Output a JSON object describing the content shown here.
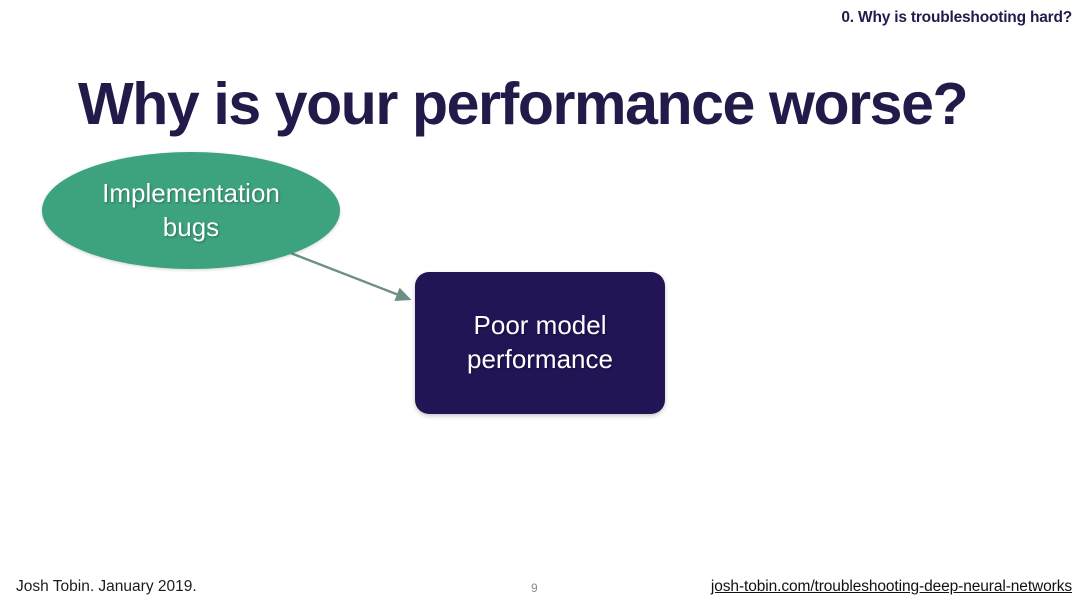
{
  "slide": {
    "section_header": "0. Why is troubleshooting hard?",
    "title": "Why is your performance worse?",
    "page_number": "9",
    "background_color": "#ffffff"
  },
  "diagram": {
    "type": "flow",
    "nodes": [
      {
        "id": "implementation-bugs",
        "shape": "ellipse",
        "label_line1": "Implementation",
        "label_line2": "bugs",
        "fill_color": "#3da27e",
        "text_color": "#ffffff"
      },
      {
        "id": "poor-model-performance",
        "shape": "rounded-rect",
        "label_line1": "Poor model",
        "label_line2": "performance",
        "fill_color": "#231456",
        "text_color": "#ffffff"
      }
    ],
    "edges": [
      {
        "from": "implementation-bugs",
        "to": "poor-model-performance",
        "color": "#6d8f85",
        "arrowhead": true
      }
    ]
  },
  "footer": {
    "author": "Josh Tobin. January 2019.",
    "link": "josh-tobin.com/troubleshooting-deep-neural-networks"
  }
}
